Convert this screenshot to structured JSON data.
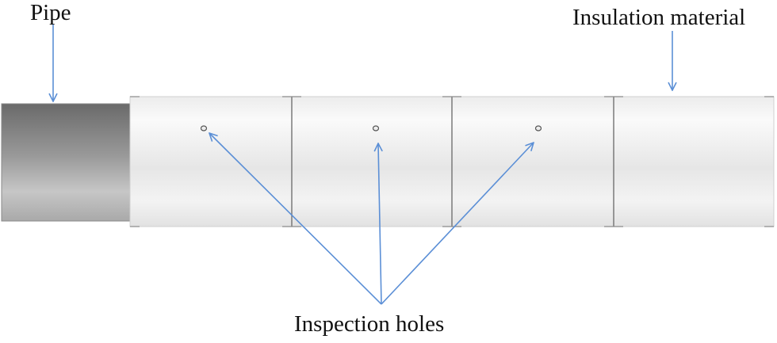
{
  "labels": {
    "pipe": "Pipe",
    "insulation": "Insulation material",
    "inspection_holes": "Inspection holes"
  },
  "colors": {
    "arrow": "#5b8fd6",
    "pipe_dark": "#6e6e6e",
    "pipe_light": "#c4c4c4",
    "insulation_light": "#f4f4f4",
    "insulation_shadow": "#d9d9d9",
    "segment_edge": "#7a7a7a",
    "hole": "#555555"
  },
  "components": {
    "pipe": "pipe",
    "insulation_segments": 4,
    "inspection_holes": 3
  }
}
